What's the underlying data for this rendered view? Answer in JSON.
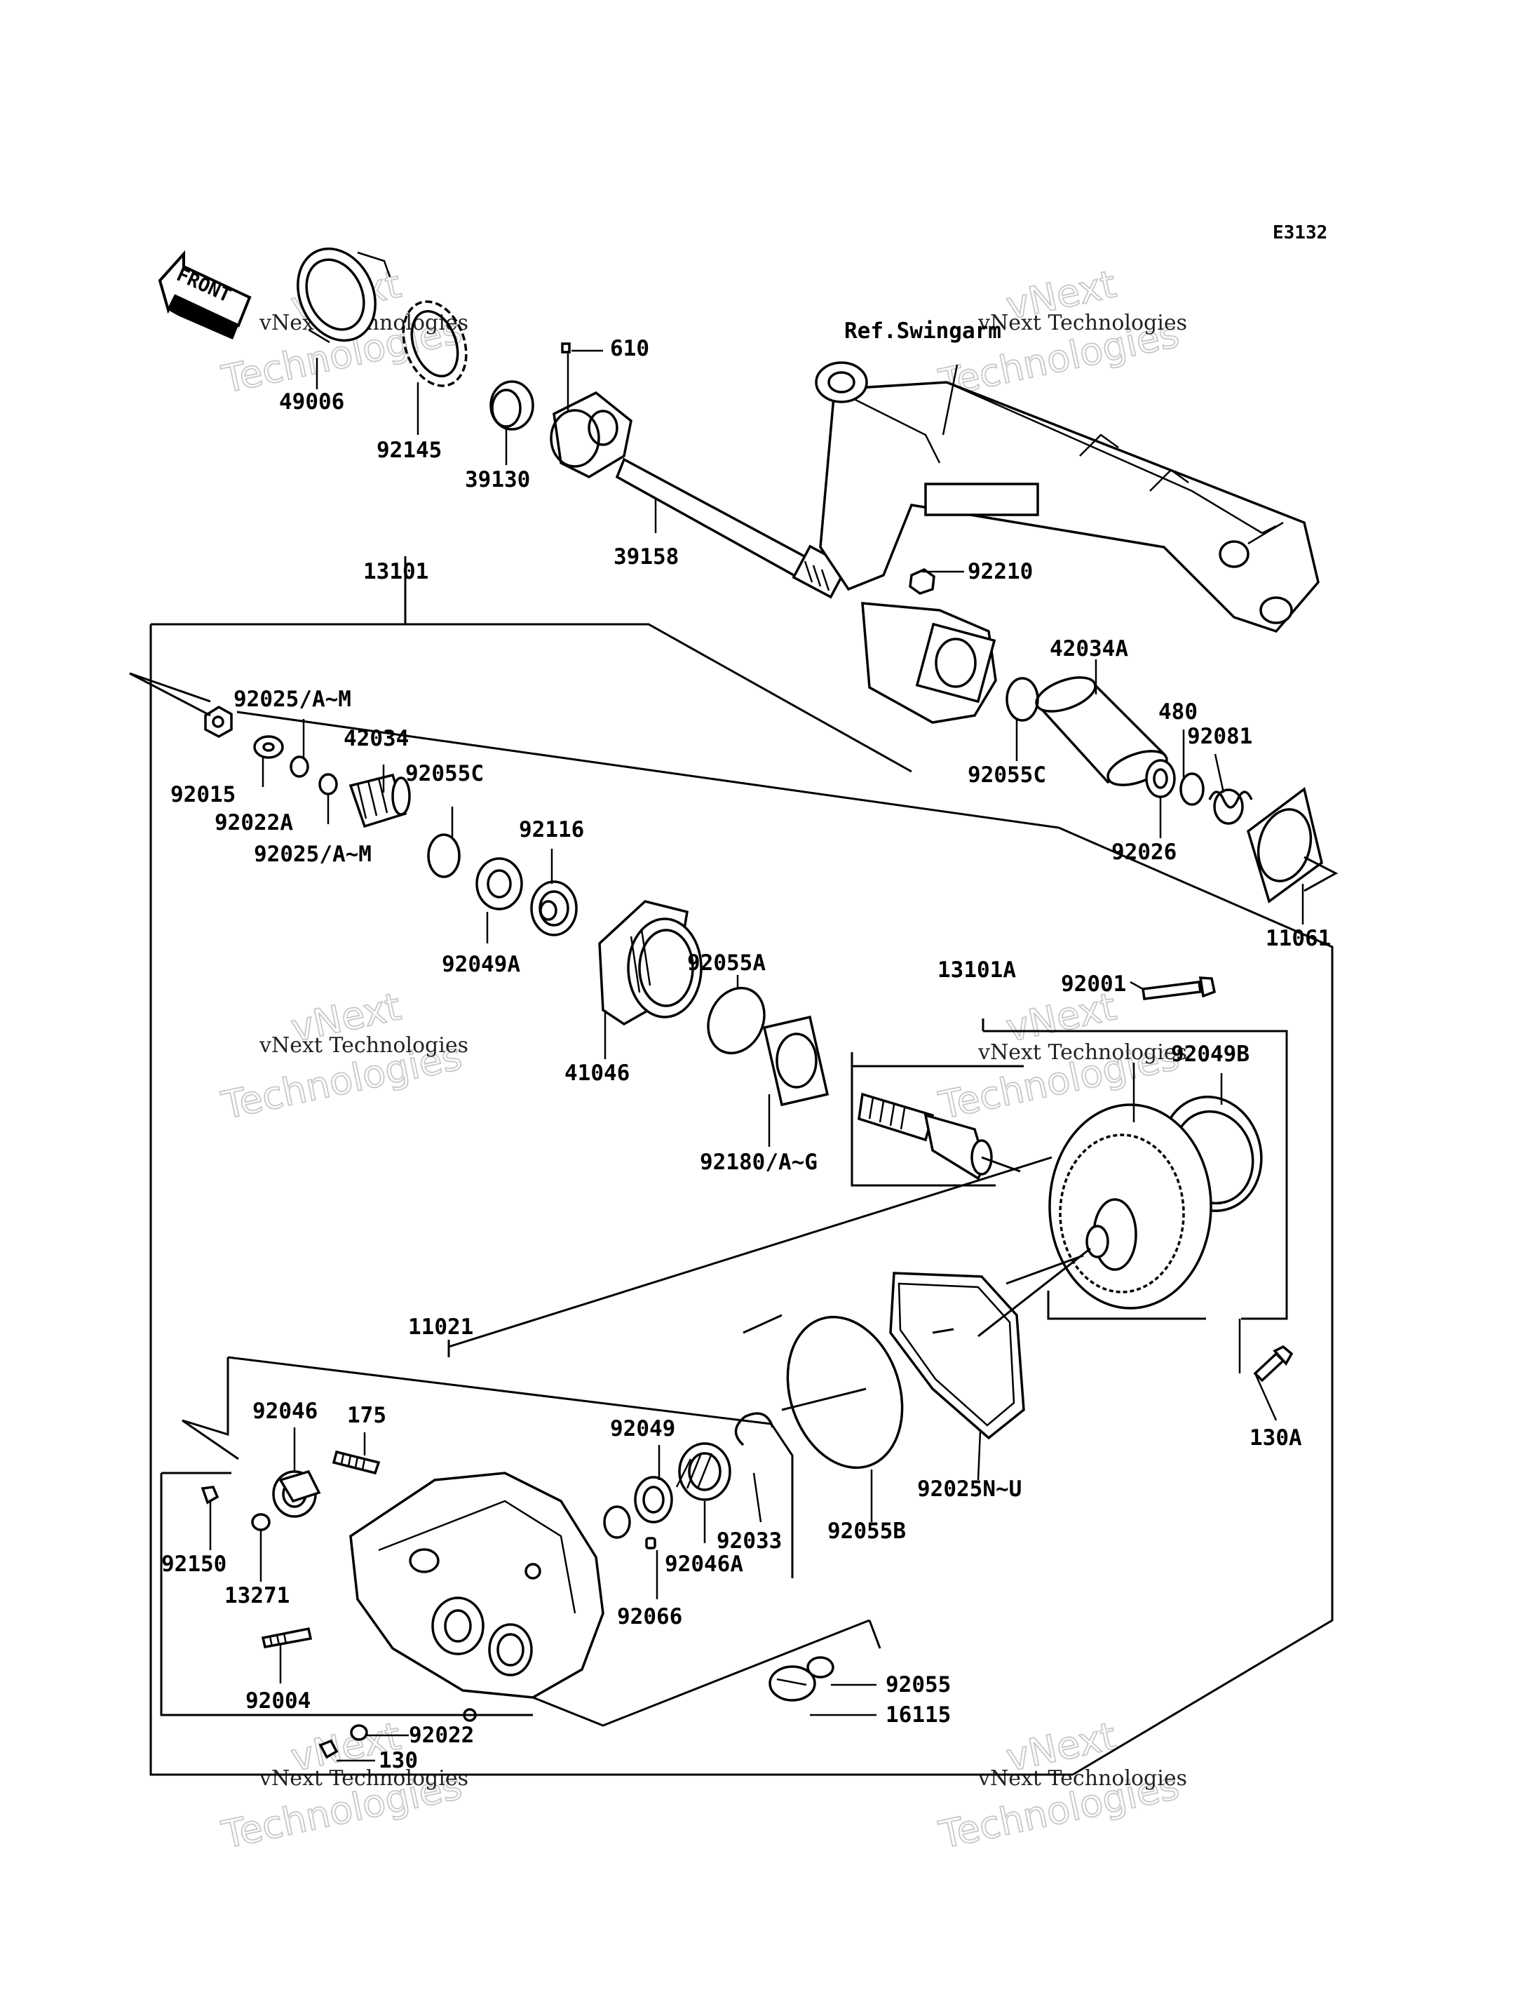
{
  "diagram": {
    "code": "E3132",
    "front_label": "FRONT",
    "ref_label": "Ref.Swingarm",
    "watermark": {
      "line1": "vNext",
      "line2": "Technologies",
      "caption": "vNext Technologies"
    },
    "labels": {
      "l49006": "49006",
      "l92145": "92145",
      "l39130": "39130",
      "l610": "610",
      "l39158": "39158",
      "l92210": "92210",
      "l13101": "13101",
      "l92025_am_a": "92025/A~M",
      "l42034": "42034",
      "l92015": "92015",
      "l92022A": "92022A",
      "l92025_am_b": "92025/A~M",
      "l92055C_a": "92055C",
      "l92116": "92116",
      "l92049A": "92049A",
      "l42034A": "42034A",
      "l480": "480",
      "l92081": "92081",
      "l92055C_b": "92055C",
      "l92026": "92026",
      "l11061": "11061",
      "l41046": "41046",
      "l92055A": "92055A",
      "l92180": "92180/A~G",
      "l13101A": "13101A",
      "l92001": "92001",
      "l92049B": "92049B",
      "l11021": "11021",
      "l92046": "92046",
      "l175": "175",
      "l92150": "92150",
      "l13271": "13271",
      "l92004": "92004",
      "l92049": "92049",
      "l92033": "92033",
      "l92046A": "92046A",
      "l92066": "92066",
      "l92055B": "92055B",
      "l92025NU": "92025N~U",
      "l130A": "130A",
      "l92055": "92055",
      "l16115": "16115",
      "l92022": "92022",
      "l130": "130"
    }
  }
}
